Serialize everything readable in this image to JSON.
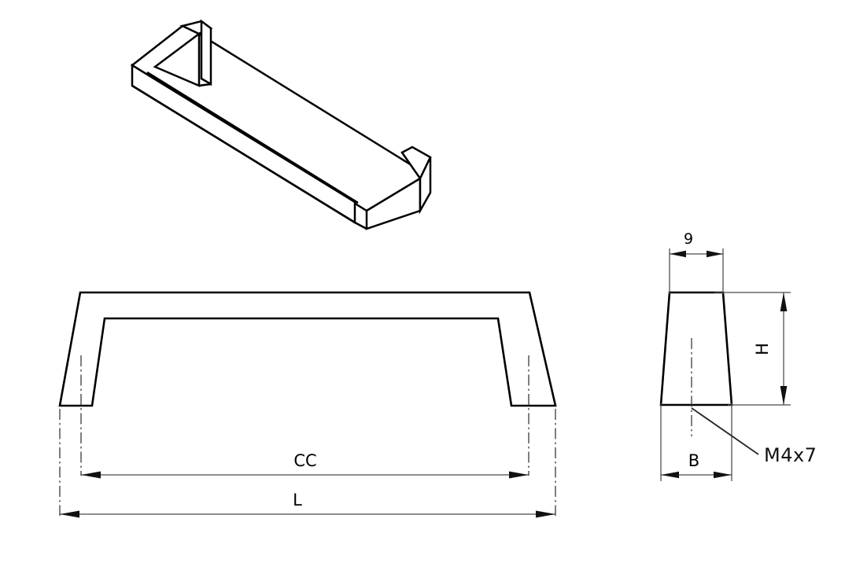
{
  "drawing": {
    "type": "engineering-drawing",
    "subject": "cabinet pull handle",
    "background_color": "#ffffff",
    "line_color": "#000000",
    "dimension_line_color": "#4a4a4a"
  },
  "views": {
    "isometric": {
      "name": "isometric-view",
      "label": ""
    },
    "front": {
      "name": "front-elevation-view",
      "label": ""
    },
    "side": {
      "name": "side-end-view",
      "label": ""
    }
  },
  "dimensions": {
    "cc": {
      "label": "CC",
      "description": "center-to-center distance",
      "view": "front"
    },
    "l": {
      "label": "L",
      "description": "overall length",
      "view": "front"
    },
    "width_9": {
      "label": "9",
      "description": "top width of leg",
      "view": "side"
    },
    "h": {
      "label": "H",
      "description": "height",
      "view": "side"
    },
    "b": {
      "label": "B",
      "description": "base width",
      "view": "side"
    }
  },
  "annotations": {
    "thread_callout": {
      "label": "M4x7",
      "description": "metric thread M4 depth 7",
      "view": "side"
    }
  }
}
